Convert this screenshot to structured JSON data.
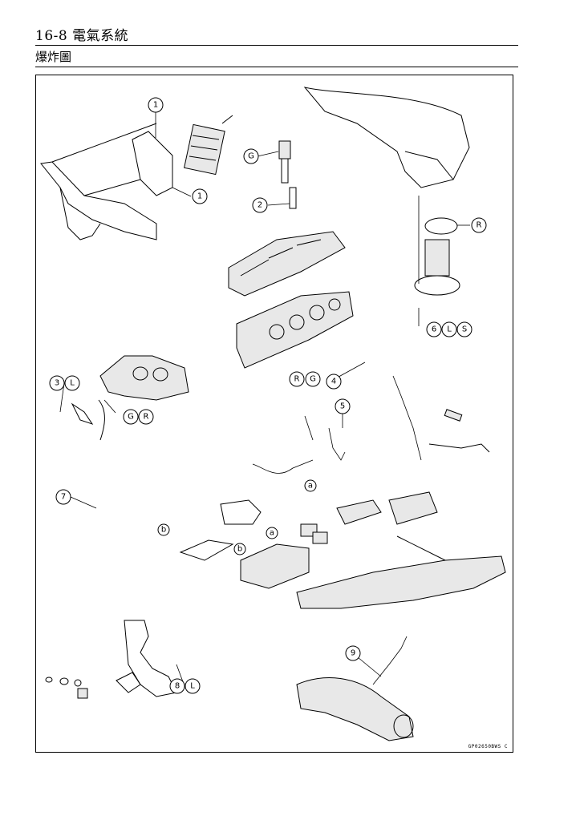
{
  "header": {
    "title": "16-8 電氣系統",
    "subtitle": "爆炸圖"
  },
  "diagram": {
    "drawing_code": "GP02650BWS C",
    "callouts": [
      {
        "id": "c1a",
        "text": "1"
      },
      {
        "id": "c1b",
        "text": "1"
      },
      {
        "id": "cGtop",
        "text": "G"
      },
      {
        "id": "c2",
        "text": "2"
      },
      {
        "id": "cR",
        "text": "R"
      },
      {
        "id": "c6",
        "text": "6"
      },
      {
        "id": "c6L",
        "text": "L"
      },
      {
        "id": "c6S",
        "text": "S"
      },
      {
        "id": "cRG_R",
        "text": "R"
      },
      {
        "id": "cRG_G",
        "text": "G"
      },
      {
        "id": "c4",
        "text": "4"
      },
      {
        "id": "c3",
        "text": "3"
      },
      {
        "id": "c3L",
        "text": "L"
      },
      {
        "id": "cGR_G",
        "text": "G"
      },
      {
        "id": "cGR_R",
        "text": "R"
      },
      {
        "id": "c5",
        "text": "5"
      },
      {
        "id": "c7",
        "text": "7"
      },
      {
        "id": "c8",
        "text": "8"
      },
      {
        "id": "c8L",
        "text": "L"
      },
      {
        "id": "c9",
        "text": "9"
      },
      {
        "id": "ca1",
        "text": "a"
      },
      {
        "id": "ca2",
        "text": "a"
      },
      {
        "id": "cb1",
        "text": "b"
      },
      {
        "id": "cb2",
        "text": "b"
      }
    ]
  }
}
